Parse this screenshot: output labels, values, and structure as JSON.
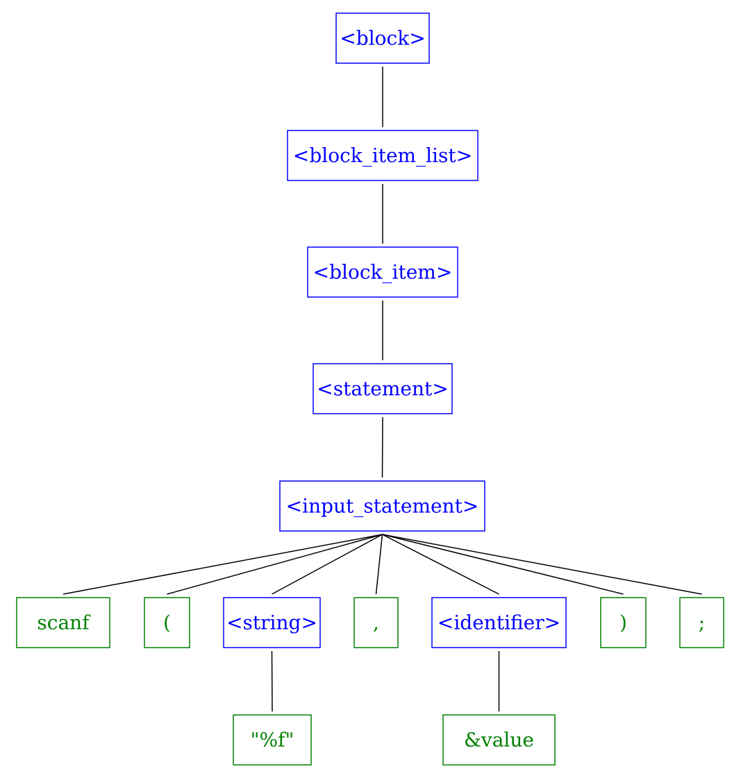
{
  "colors": {
    "nonterminal": "#0000ff",
    "terminal": "#008000",
    "edge": "#000000",
    "background": "#ffffff"
  },
  "nodes": [
    {
      "id": "block",
      "label": "<block>",
      "kind": "nonterminal"
    },
    {
      "id": "block_item_list",
      "label": "<block_item_list>",
      "kind": "nonterminal"
    },
    {
      "id": "block_item",
      "label": "<block_item>",
      "kind": "nonterminal"
    },
    {
      "id": "statement",
      "label": "<statement>",
      "kind": "nonterminal"
    },
    {
      "id": "input_statement",
      "label": "<input_statement>",
      "kind": "nonterminal"
    },
    {
      "id": "scanf",
      "label": "scanf",
      "kind": "terminal"
    },
    {
      "id": "lparen",
      "label": "(",
      "kind": "terminal"
    },
    {
      "id": "string",
      "label": "<string>",
      "kind": "nonterminal"
    },
    {
      "id": "comma",
      "label": ",",
      "kind": "terminal"
    },
    {
      "id": "identifier",
      "label": "<identifier>",
      "kind": "nonterminal"
    },
    {
      "id": "rparen",
      "label": ")",
      "kind": "terminal"
    },
    {
      "id": "semicolon",
      "label": ";",
      "kind": "terminal"
    },
    {
      "id": "fmt",
      "label": "\"%f\"",
      "kind": "terminal"
    },
    {
      "id": "value",
      "label": "&value",
      "kind": "terminal"
    }
  ],
  "edges": [
    [
      "block",
      "block_item_list"
    ],
    [
      "block_item_list",
      "block_item"
    ],
    [
      "block_item",
      "statement"
    ],
    [
      "statement",
      "input_statement"
    ],
    [
      "input_statement",
      "scanf"
    ],
    [
      "input_statement",
      "lparen"
    ],
    [
      "input_statement",
      "string"
    ],
    [
      "input_statement",
      "comma"
    ],
    [
      "input_statement",
      "identifier"
    ],
    [
      "input_statement",
      "rparen"
    ],
    [
      "input_statement",
      "semicolon"
    ],
    [
      "string",
      "fmt"
    ],
    [
      "identifier",
      "value"
    ]
  ]
}
